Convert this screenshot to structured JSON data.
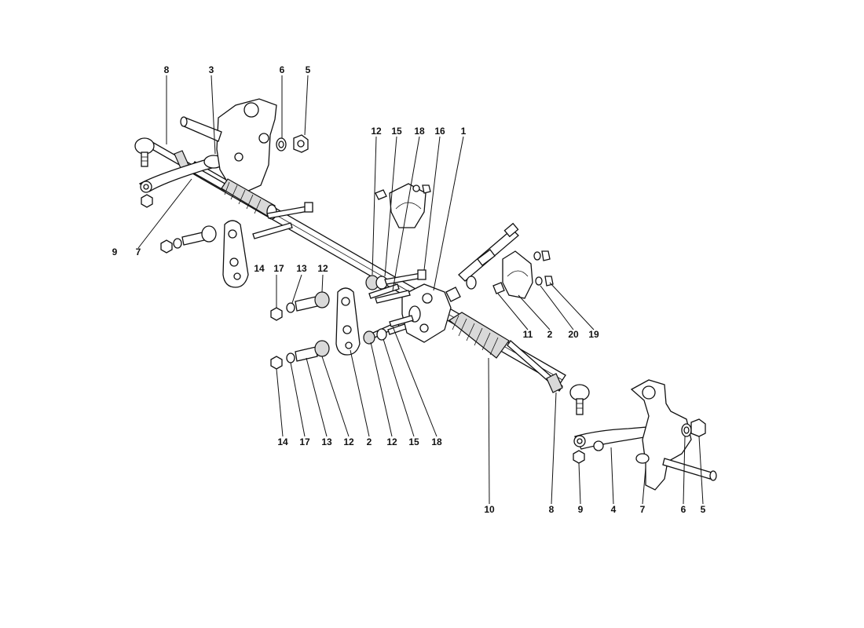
{
  "diagram": {
    "callouts": [
      {
        "text": "8"
      },
      {
        "text": "3"
      },
      {
        "text": "6"
      },
      {
        "text": "5"
      },
      {
        "text": "12"
      },
      {
        "text": "15"
      },
      {
        "text": "18"
      },
      {
        "text": "16"
      },
      {
        "text": "1"
      },
      {
        "text": "9"
      },
      {
        "text": "7"
      },
      {
        "text": "14"
      },
      {
        "text": "17"
      },
      {
        "text": "13"
      },
      {
        "text": "12"
      },
      {
        "text": "11"
      },
      {
        "text": "2"
      },
      {
        "text": "20"
      },
      {
        "text": "19"
      },
      {
        "text": "14"
      },
      {
        "text": "17"
      },
      {
        "text": "13"
      },
      {
        "text": "12"
      },
      {
        "text": "2"
      },
      {
        "text": "12"
      },
      {
        "text": "15"
      },
      {
        "text": "18"
      },
      {
        "text": "10"
      },
      {
        "text": "8"
      },
      {
        "text": "9"
      },
      {
        "text": "4"
      },
      {
        "text": "7"
      },
      {
        "text": "6"
      },
      {
        "text": "5"
      }
    ]
  }
}
